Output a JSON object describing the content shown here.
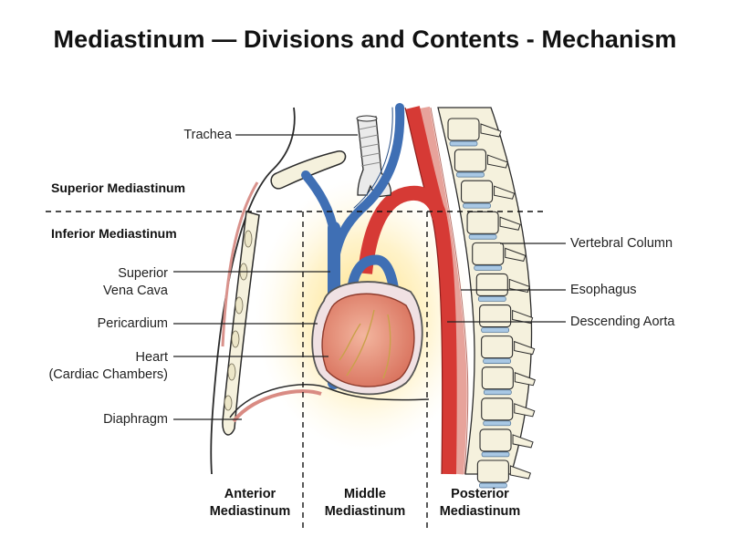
{
  "title": "Mediastinum — Divisions and Contents - Mechanism",
  "regions": {
    "superior": "Superior Mediastinum",
    "inferior": "Inferior Mediastinum"
  },
  "labels": {
    "trachea": "Trachea",
    "svc_line1": "Superior",
    "svc_line2": "Vena Cava",
    "pericardium": "Pericardium",
    "heart_line1": "Heart",
    "heart_line2": "(Cardiac Chambers)",
    "diaphragm": "Diaphragm",
    "vertebral_column": "Vertebral Column",
    "esophagus": "Esophagus",
    "descending_aorta": "Descending Aorta"
  },
  "divisions": {
    "anterior_line1": "Anterior",
    "anterior_line2": "Mediastinum",
    "middle_line1": "Middle",
    "middle_line2": "Mediastinum",
    "posterior_line1": "Posterior",
    "posterior_line2": "Mediastinum"
  },
  "colors": {
    "vein": "#3f6fb4",
    "artery": "#d63a35",
    "heart": "#e79a85",
    "bone": "#f5f1dd",
    "glow": "#ffd860",
    "outline": "#2b2b2b"
  }
}
